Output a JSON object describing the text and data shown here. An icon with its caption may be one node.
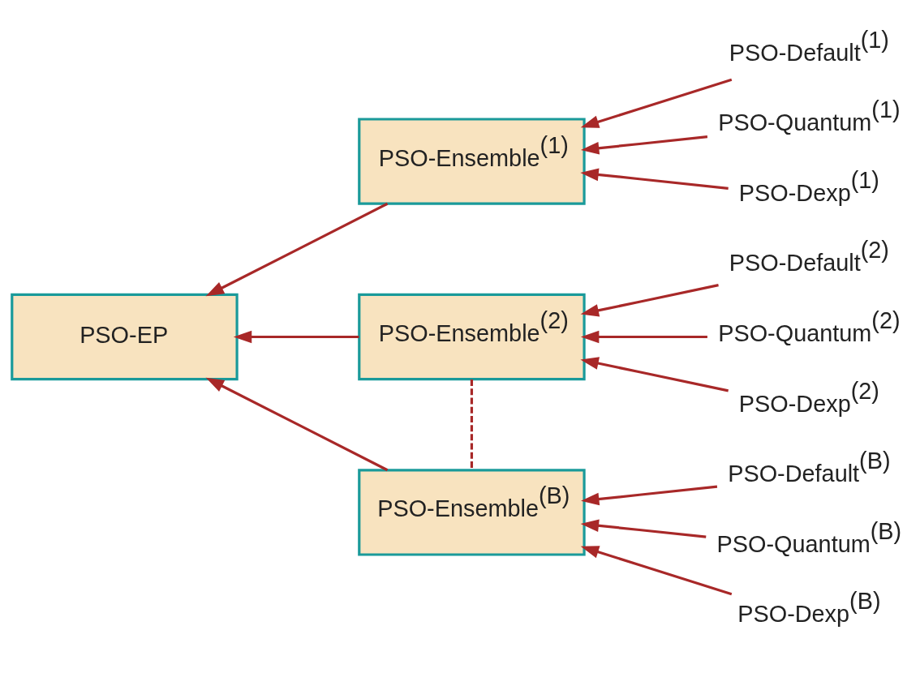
{
  "diagram": {
    "nodes": [
      {
        "text": [
          "PSO-EP"
        ]
      },
      {
        "text": [
          "PSO-Ensemble$^{(1)}$"
        ]
      },
      {
        "text": [
          "PSO-Default$^{(1)}$"
        ]
      },
      {
        "text": [
          "PSO-Quantum$^{(1)}$"
        ]
      },
      {
        "text": [
          "PSO-Dexp$^{(1)}$"
        ]
      },
      {
        "text": [
          "PSO-Ensemble$^{(2)}$"
        ]
      },
      {
        "text": [
          "PSO-Default$^{(2)}$"
        ]
      },
      {
        "text": [
          "PSO-Quantum$^{(2)}$"
        ]
      },
      {
        "text": [
          "PSO-Dexp$^{(2)}$"
        ]
      },
      {
        "text": [
          "PSO-Ensemble$^{(B)}$"
        ]
      },
      {
        "text": [
          "PSO-Default$^{(B)}$"
        ]
      },
      {
        "text": [
          "PSO-Quantum$^{(B)}$"
        ]
      },
      {
        "text": [
          "PSO-Dexp$^{(B)}$"
        ]
      }
    ],
    "edges": [
      {
        "from": 1,
        "to": 0,
        "arrow": "to"
      },
      {
        "from": 5,
        "to": 0,
        "arrow": "to"
      },
      {
        "from": 9,
        "to": 0,
        "arrow": "to"
      },
      {
        "from": 2,
        "to": 1,
        "arrow": "to"
      },
      {
        "from": 3,
        "to": 1,
        "arrow": "to"
      },
      {
        "from": 4,
        "to": 1,
        "arrow": "to"
      },
      {
        "from": 6,
        "to": 5,
        "arrow": "to"
      },
      {
        "from": 7,
        "to": 5,
        "arrow": "to"
      },
      {
        "from": 8,
        "to": 5,
        "arrow": "to"
      },
      {
        "from": 10,
        "to": 9,
        "arrow": "to"
      },
      {
        "from": 11,
        "to": 9,
        "arrow": "to"
      },
      {
        "from": 12,
        "to": 9,
        "arrow": "to"
      },
      {
        "from": 5,
        "to": 9,
        "arrow": "none",
        "style": "dashed"
      }
    ]
  }
}
